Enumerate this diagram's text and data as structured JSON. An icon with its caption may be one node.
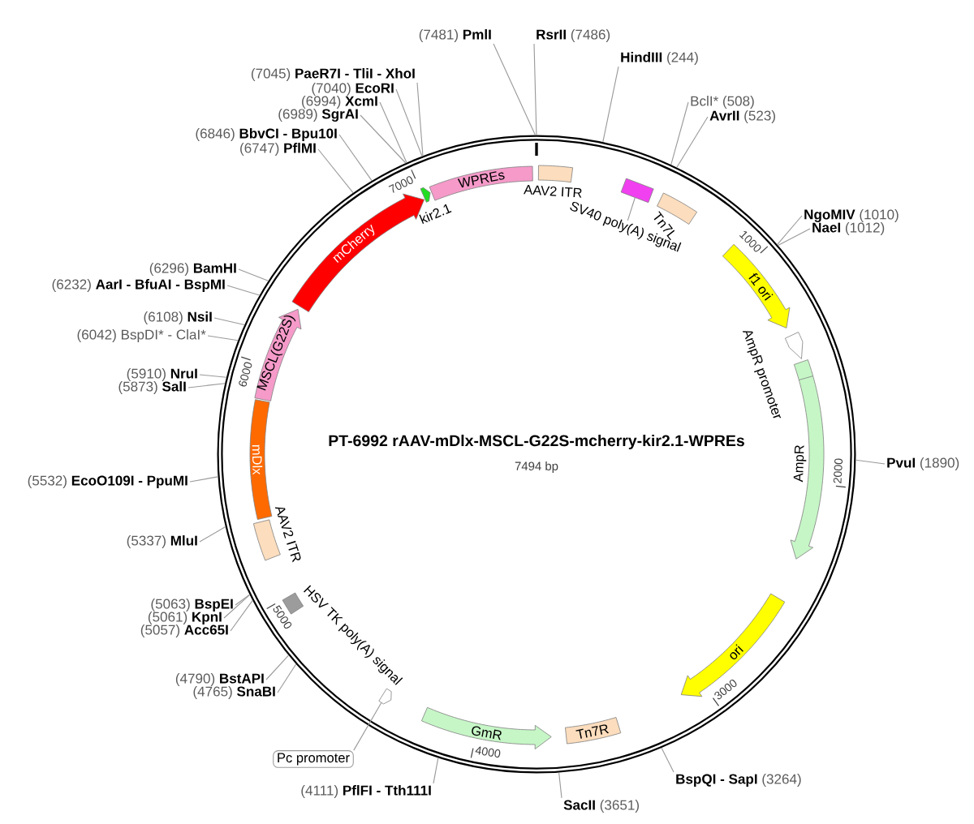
{
  "diagram": {
    "title": "PT-6992 rAAV-mDlx-MSCL-G22S-mcherry-kir2.1-WPREs",
    "nodes": [
      {
        "text": [],
        "shape": "circle"
      },
      {
        "text": [
          "AAV2 ITR"
        ],
        "in": 0
      },
      {
        "text": [],
        "shape": "box",
        "in": 0
      },
      {
        "text": [
          "SV40 poly(A) signal"
        ],
        "in": 0
      },
      {
        "text": [
          "Tn7L"
        ],
        "in": 0
      },
      {
        "text": [
          "f1 ori"
        ],
        "in": 0
      },
      {
        "text": [
          "AmpR promoter"
        ],
        "in": 0
      },
      {
        "text": [
          "AmpR"
        ],
        "in": 0
      },
      {
        "text": [
          "ori"
        ],
        "in": 0
      },
      {
        "text": [
          "Tn7R"
        ],
        "in": 0
      },
      {
        "text": [
          "GmR"
        ],
        "in": 0
      },
      {
        "text": [],
        "shape": "arrow",
        "in": 0
      },
      {
        "text": [
          "Pc promoter"
        ]
      },
      {
        "text": [
          "HSV TK poly(A) signal"
        ],
        "in": 0
      },
      {
        "text": [
          "AAV2 ITR"
        ],
        "in": 0
      },
      {
        "text": [
          "mDlx"
        ],
        "in": 0
      },
      {
        "text": [
          "MSCL(G22S)"
        ],
        "in": 0
      },
      {
        "text": [
          "mCherry"
        ],
        "in": 0
      },
      {
        "text": [
          "kir2.1"
        ],
        "in": 0
      },
      {
        "text": [
          "WPREs"
        ],
        "in": 0
      },
      {
        "text": [
          "(7481) **PmlI**"
        ]
      },
      {
        "text": [
          "**RsrII** (7486)"
        ]
      },
      {
        "text": [
          "**HindIII** (244)"
        ]
      },
      {
        "text": [
          "BclI* (508)"
        ]
      },
      {
        "text": [
          "**AvrII** (523)"
        ]
      },
      {
        "text": [
          "**NgoMIV** (1010)"
        ]
      },
      {
        "text": [
          "**NaeI** (1012)"
        ]
      },
      {
        "text": [
          "**PvuI** (1890)"
        ]
      },
      {
        "text": [
          "**BspQI - SapI** (3264)"
        ]
      },
      {
        "text": [
          "**SacII** (3651)"
        ]
      },
      {
        "text": [
          "(4111) **PflFI - Tth111I**"
        ]
      },
      {
        "text": [
          "(4765) **SnaBI**"
        ]
      },
      {
        "text": [
          "(4790) **BstAPI**"
        ]
      },
      {
        "text": [
          "(5057) **Acc65I**"
        ]
      },
      {
        "text": [
          "(5061) **KpnI**"
        ]
      },
      {
        "text": [
          "(5063) **BspEI**"
        ]
      },
      {
        "text": [
          "(5337) **MluI**"
        ]
      },
      {
        "text": [
          "(5532) **EcoO109I - PpuMI**"
        ]
      },
      {
        "text": [
          "(5873) **SalI**"
        ]
      },
      {
        "text": [
          "(5910) **NruI**"
        ]
      },
      {
        "text": [
          "(6042) BspDI* - ClaI*"
        ]
      },
      {
        "text": [
          "(6108) **NsiI**"
        ]
      },
      {
        "text": [
          "(6232) **AarI - BfuAI - BspMI**"
        ]
      },
      {
        "text": [
          "(6296) **BamHI**"
        ]
      },
      {
        "text": [
          "(6747) **PflMI**"
        ]
      },
      {
        "text": [
          "(6846) **BbvCI - Bpu10I**"
        ]
      },
      {
        "text": [
          "(6989) **SgrAI**"
        ]
      },
      {
        "text": [
          "(6994) **XcmI**"
        ]
      },
      {
        "text": [
          "(7040) **EcoRI**"
        ]
      },
      {
        "text": [
          "(7045) **PaeR7I - TliI - XhoI**"
        ]
      }
    ],
    "edges": [
      {
        "from": 20,
        "to": 0,
        "arrow": "none"
      },
      {
        "from": 21,
        "to": 0,
        "arrow": "none"
      },
      {
        "from": 22,
        "to": 0,
        "arrow": "none"
      },
      {
        "from": 23,
        "to": 0,
        "arrow": "none"
      },
      {
        "from": 24,
        "to": 0,
        "arrow": "none"
      },
      {
        "from": 25,
        "to": 0,
        "arrow": "none"
      },
      {
        "from": 26,
        "to": 0,
        "arrow": "none"
      },
      {
        "from": 27,
        "to": 0,
        "arrow": "none"
      },
      {
        "from": 28,
        "to": 0,
        "arrow": "none"
      },
      {
        "from": 29,
        "to": 0,
        "arrow": "none"
      },
      {
        "from": 30,
        "to": 0,
        "arrow": "none"
      },
      {
        "from": 31,
        "to": 0,
        "arrow": "none"
      },
      {
        "from": 32,
        "to": 0,
        "arrow": "none"
      },
      {
        "from": 33,
        "to": 0,
        "arrow": "none"
      },
      {
        "from": 34,
        "to": 0,
        "arrow": "none"
      },
      {
        "from": 35,
        "to": 0,
        "arrow": "none"
      },
      {
        "from": 36,
        "to": 0,
        "arrow": "none"
      },
      {
        "from": 37,
        "to": 0,
        "arrow": "none"
      },
      {
        "from": 38,
        "to": 0,
        "arrow": "none"
      },
      {
        "from": 39,
        "to": 0,
        "arrow": "none"
      },
      {
        "from": 40,
        "to": 0,
        "arrow": "none"
      },
      {
        "from": 41,
        "to": 0,
        "arrow": "none"
      },
      {
        "from": 42,
        "to": 0,
        "arrow": "none"
      },
      {
        "from": 43,
        "to": 0,
        "arrow": "none"
      },
      {
        "from": 44,
        "to": 0,
        "arrow": "none"
      },
      {
        "from": 45,
        "to": 0,
        "arrow": "none"
      },
      {
        "from": 46,
        "to": 0,
        "arrow": "none"
      },
      {
        "from": 47,
        "to": 0,
        "arrow": "none"
      },
      {
        "from": 48,
        "to": 0,
        "arrow": "none"
      },
      {
        "from": 49,
        "to": 0,
        "arrow": "none"
      },
      {
        "from": 3,
        "to": 2,
        "arrow": "none"
      },
      {
        "from": 12,
        "to": 11,
        "arrow": "none"
      }
    ],
    "labels": [
      "7494 bp",
      "1000",
      "2000",
      "3000",
      "4000",
      "5000",
      "6000",
      "7000"
    ]
  }
}
